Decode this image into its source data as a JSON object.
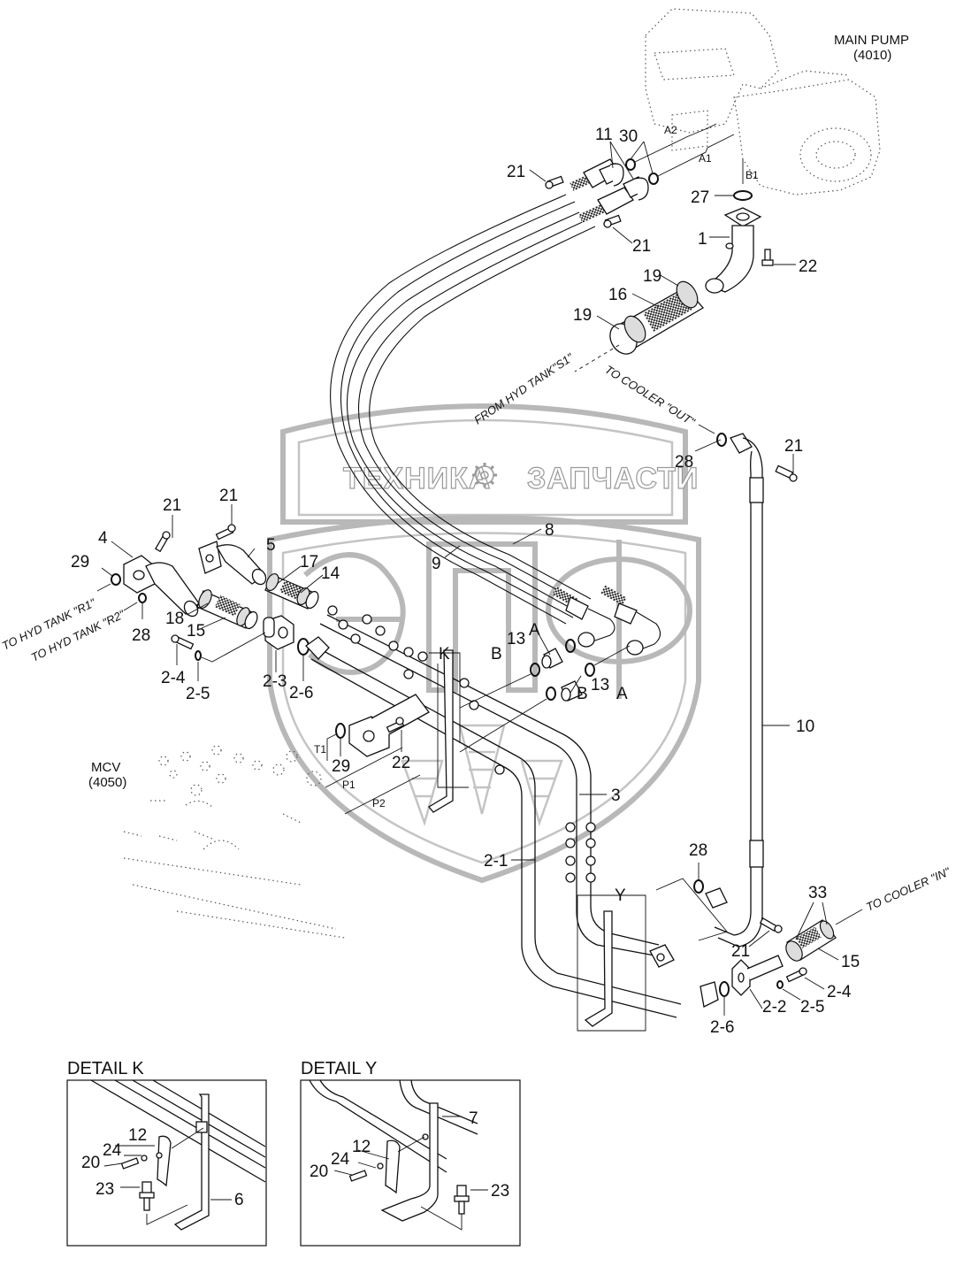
{
  "title": "Hydraulic piping: main pump to MCV",
  "watermark": {
    "text_left": "ТЕХНИКА",
    "text_right": "ЗАПЧАСТИ",
    "logo": "эпф",
    "icon": "gear-icon"
  },
  "components": {
    "main_pump": {
      "name": "MAIN PUMP",
      "code": "(4010)"
    },
    "mcv": {
      "name": "MCV",
      "code": "(4050)"
    }
  },
  "port_labels": {
    "a1": "A1",
    "a2": "A2",
    "b1": "B1",
    "t1": "T1",
    "p1": "P1",
    "p2": "P2",
    "a_upper": "A",
    "a_lower": "A",
    "b_upper": "B",
    "b_lower": "B"
  },
  "flow_labels": {
    "from_hyd_tank_s1": "FROM HYD TANK\"S1\"",
    "to_cooler_out": "TO COOLER \"OUT\"",
    "to_cooler_in": "TO COOLER \"IN\"",
    "to_hyd_tank_r1": "TO HYD TANK \"R1\"",
    "to_hyd_tank_r2": "TO HYD TANK \"R2\""
  },
  "detail_markers": {
    "k": "K",
    "y": "Y"
  },
  "callouts": {
    "p11": "11",
    "p30": "30",
    "p21_top": "21",
    "p21_top2": "21",
    "p27": "27",
    "p1": "1",
    "p22_top": "22",
    "p19_upper": "19",
    "p16": "16",
    "p19_lower": "19",
    "p28_cooler": "28",
    "p21_cooler": "21",
    "p21_left1": "21",
    "p21_left2": "21",
    "p4": "4",
    "p5": "5",
    "p29_left": "29",
    "p17": "17",
    "p14": "14",
    "p18": "18",
    "p15_left": "15",
    "p28_left": "28",
    "p8": "8",
    "p9": "9",
    "p13_upper": "13",
    "p13_lower": "13",
    "p2_4_left": "2-4",
    "p2_5_left": "2-5",
    "p2_3": "2-3",
    "p2_6_left": "2-6",
    "p10": "10",
    "p29_mcv": "29",
    "p22_mcv": "22",
    "p3": "3",
    "p2_1": "2-1",
    "p28_lower": "28",
    "p33": "33",
    "p21_lower": "21",
    "p15_right": "15",
    "p2_4_right": "2-4",
    "p2_5_right": "2-5",
    "p2_2": "2-2",
    "p2_6_right": "2-6"
  },
  "detail_k": {
    "title": "DETAIL K",
    "callouts": {
      "p12": "12",
      "p24": "24",
      "p20": "20",
      "p23": "23",
      "p6": "6"
    }
  },
  "detail_y": {
    "title": "DETAIL Y",
    "callouts": {
      "p7": "7",
      "p12": "12",
      "p24": "24",
      "p20": "20",
      "p23": "23"
    }
  }
}
